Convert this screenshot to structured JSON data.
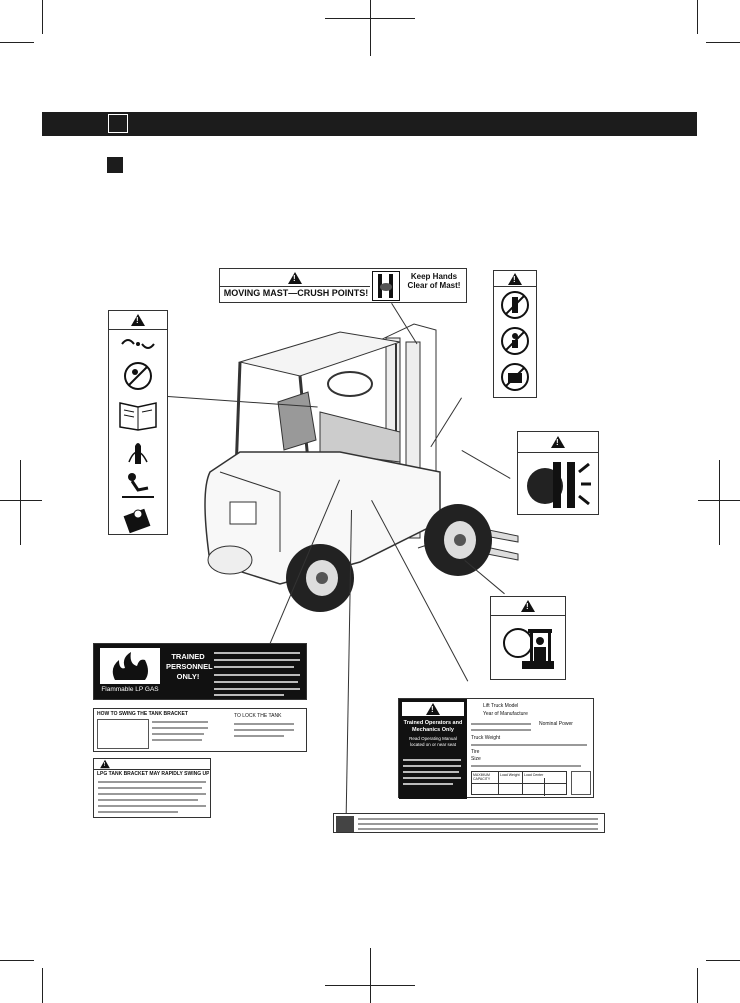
{
  "labels": {
    "mast": {
      "title": "MOVING MAST—CRUSH POINTS!",
      "side_text": "Keep Hands Clear of Mast!"
    },
    "lpg": {
      "brand_line": "Flammable LP GAS",
      "trained": "TRAINED PERSONNEL ONLY!",
      "bracket_title": "HOW TO SWING THE TANK BRACKET",
      "bracket_close": "TO LOCK THE TANK",
      "swing_warning_title": "LPG TANK BRACKET MAY RAPIDLY SWING UP"
    },
    "nameplate": {
      "warning_heading": "Trained Operators and Mechanics Only",
      "read_line": "Read Operating Manual located on or near seat",
      "lift_truck_model": "Lift Truck Model",
      "year_of_manufacture": "Year of Manufacture",
      "truck_weight": "Truck Weight",
      "tire": "Tire",
      "size": "Size",
      "max_capacity": "MAXIMUM CAPACITY",
      "load_weight": "Load Weight",
      "load_center": "Load Center",
      "part_no": "Nominal Power"
    }
  },
  "colors": {
    "bar": "#1c1c1c",
    "ink": "#111111"
  }
}
